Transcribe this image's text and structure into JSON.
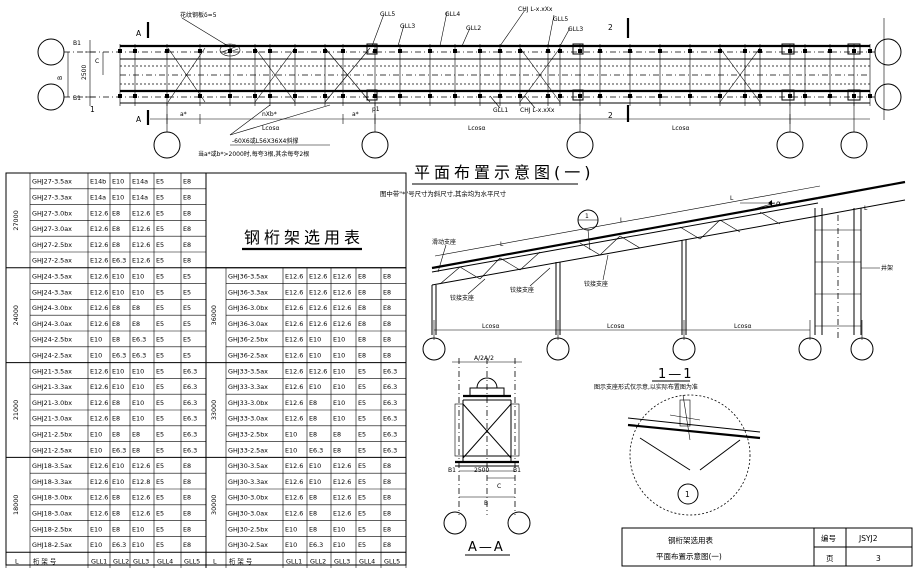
{
  "plan": {
    "labels": {
      "plate": "花纹钢板δ=5",
      "gll5": "GLL5",
      "gll4": "GLL4",
      "gll3": "GLL3",
      "gll2": "GLL2",
      "gll1": "GLL1",
      "chj_top": "CHJ L-x.xXx",
      "chj_bottom": "CHJ L-x.xXx",
      "gll5b": "GLL5",
      "gll3b": "GLL3",
      "sec_a": "A",
      "sec_2": "2",
      "dim_b": "B",
      "dim_c": "C",
      "dim_2500": "2500",
      "b1": "B1",
      "one": "1",
      "a_star": "a*",
      "nxb": "nXb*",
      "p1": "p1",
      "lcos1": "Lcosα",
      "lcos2": "Lcosα",
      "lcos3": "Lcosα",
      "angle_note1": "-60X6或L56X36X4斜撑",
      "angle_note2": "当a*或b*>2000时,每夸3根,其余每夸2根"
    },
    "title": "平面布置示意图(一)",
    "subtitle": "图中带\"*\"号尺寸为斜尺寸,其余均为水平尺寸"
  },
  "elevation": {
    "l1": "L",
    "l2": "L",
    "l3": "L",
    "l4": "L",
    "alpha": "α",
    "one": "1",
    "sliding": "滑动支座",
    "fixed1": "铰接支座",
    "fixed2": "铰接支座",
    "fixed3": "铰接支座",
    "well": "井架",
    "lcos1": "Lcosα",
    "lcos2": "Lcosα",
    "lcos3": "Lcosα"
  },
  "table_title": "钢桁架选用表",
  "table": {
    "left_groups": [
      {
        "span": "27000",
        "rows": [
          [
            "GHJ27-3.5ax",
            "E14b",
            "E10",
            "E14a",
            "E5",
            "E8"
          ],
          [
            "GHJ27-3.3ax",
            "E14a",
            "E10",
            "E14a",
            "E5",
            "E8"
          ],
          [
            "GHJ27-3.0bx",
            "E12.6",
            "E8",
            "E12.6",
            "E5",
            "E8"
          ],
          [
            "GHJ27-3.0ax",
            "E12.6",
            "E8",
            "E12.6",
            "E5",
            "E8"
          ],
          [
            "GHJ27-2.5bx",
            "E12.6",
            "E8",
            "E12.6",
            "E5",
            "E8"
          ],
          [
            "GHJ27-2.5ax",
            "E12.6",
            "E6.3",
            "E12.6",
            "E5",
            "E8"
          ]
        ]
      },
      {
        "span": "24000",
        "rows": [
          [
            "GHJ24-3.5ax",
            "E12.6",
            "E10",
            "E10",
            "E5",
            "E5"
          ],
          [
            "GHJ24-3.3ax",
            "E12.6",
            "E10",
            "E10",
            "E5",
            "E5"
          ],
          [
            "GHJ24-3.0bx",
            "E12.6",
            "E8",
            "E8",
            "E5",
            "E5"
          ],
          [
            "GHJ24-3.0ax",
            "E12.6",
            "E8",
            "E8",
            "E5",
            "E5"
          ],
          [
            "GHJ24-2.5bx",
            "E10",
            "E8",
            "E6.3",
            "E5",
            "E5"
          ],
          [
            "GHJ24-2.5ax",
            "E10",
            "E6.3",
            "E6.3",
            "E5",
            "E5"
          ]
        ]
      },
      {
        "span": "21000",
        "rows": [
          [
            "GHJ21-3.5ax",
            "E12.6",
            "E10",
            "E10",
            "E5",
            "E6.3"
          ],
          [
            "GHJ21-3.3ax",
            "E12.6",
            "E10",
            "E10",
            "E5",
            "E6.3"
          ],
          [
            "GHJ21-3.0bx",
            "E12.6",
            "E8",
            "E10",
            "E5",
            "E6.3"
          ],
          [
            "GHJ21-3.0ax",
            "E12.6",
            "E8",
            "E10",
            "E5",
            "E6.3"
          ],
          [
            "GHJ21-2.5bx",
            "E10",
            "E8",
            "E8",
            "E5",
            "E6.3"
          ],
          [
            "GHJ21-2.5ax",
            "E10",
            "E6.3",
            "E8",
            "E5",
            "E6.3"
          ]
        ]
      },
      {
        "span": "18000",
        "rows": [
          [
            "GHJ18-3.5ax",
            "E12.6",
            "E10",
            "E12.6",
            "E5",
            "E8"
          ],
          [
            "GHJ18-3.3ax",
            "E12.6",
            "E10",
            "E12.8",
            "E5",
            "E8"
          ],
          [
            "GHJ18-3.0bx",
            "E12.6",
            "E8",
            "E12.6",
            "E5",
            "E8"
          ],
          [
            "GHJ18-3.0ax",
            "E12.6",
            "E8",
            "E12.6",
            "E5",
            "E8"
          ],
          [
            "GHJ18-2.5bx",
            "E10",
            "E8",
            "E10",
            "E5",
            "E8"
          ],
          [
            "GHJ18-2.5ax",
            "E10",
            "E6.3",
            "E10",
            "E5",
            "E8"
          ]
        ]
      }
    ],
    "right_groups": [
      {
        "span": "36000",
        "rows": [
          [
            "GHJ36-3.5ax",
            "E12.6",
            "E12.6",
            "E12.6",
            "E8",
            "E8"
          ],
          [
            "GHJ36-3.3ax",
            "E12.6",
            "E12.6",
            "E12.6",
            "E8",
            "E8"
          ],
          [
            "GHJ36-3.0bx",
            "E12.6",
            "E12.6",
            "E12.6",
            "E8",
            "E8"
          ],
          [
            "GHJ36-3.0ax",
            "E12.6",
            "E12.6",
            "E12.6",
            "E8",
            "E8"
          ],
          [
            "GHJ36-2.5bx",
            "E12.6",
            "E10",
            "E10",
            "E8",
            "E8"
          ],
          [
            "GHJ36-2.5ax",
            "E12.6",
            "E10",
            "E10",
            "E8",
            "E8"
          ]
        ]
      },
      {
        "span": "33000",
        "rows": [
          [
            "GHJ33-3.5ax",
            "E12.6",
            "E12.6",
            "E10",
            "E5",
            "E6.3"
          ],
          [
            "GHJ33-3.3ax",
            "E12.6",
            "E10",
            "E10",
            "E5",
            "E6.3"
          ],
          [
            "GHJ33-3.0bx",
            "E12.6",
            "E8",
            "E10",
            "E5",
            "E6.3"
          ],
          [
            "GHJ33-3.0ax",
            "E12.6",
            "E8",
            "E10",
            "E5",
            "E6.3"
          ],
          [
            "GHJ33-2.5bx",
            "E10",
            "E8",
            "E8",
            "E5",
            "E6.3"
          ],
          [
            "GHJ33-2.5ax",
            "E10",
            "E6.3",
            "E8",
            "E5",
            "E6.3"
          ]
        ]
      },
      {
        "span": "30000",
        "rows": [
          [
            "GHJ30-3.5ax",
            "E12.6",
            "E10",
            "E12.6",
            "E5",
            "E8"
          ],
          [
            "GHJ30-3.3ax",
            "E12.6",
            "E10",
            "E12.6",
            "E5",
            "E8"
          ],
          [
            "GHJ30-3.0bx",
            "E12.6",
            "E8",
            "E12.6",
            "E5",
            "E8"
          ],
          [
            "GHJ30-3.0ax",
            "E12.6",
            "E8",
            "E12.6",
            "E5",
            "E8"
          ],
          [
            "GHJ30-2.5bx",
            "E10",
            "E8",
            "E10",
            "E5",
            "E8"
          ],
          [
            "GHJ30-2.5ax",
            "E10",
            "E6.3",
            "E10",
            "E5",
            "E8"
          ]
        ]
      }
    ],
    "footer_left": [
      "L",
      "桁 架 号",
      "GLL1",
      "GLL2",
      "GLL3",
      "GLL4",
      "GLL5"
    ],
    "footer_right": [
      "L",
      "桁 架 号",
      "GLL1",
      "GLL2",
      "GLL3",
      "GLL4",
      "GLL5"
    ]
  },
  "section_aa": {
    "top": "A/2A/2",
    "b1l": "B1",
    "b1r": "B1",
    "w2500": "2500",
    "c": "C",
    "b": "B",
    "label": "A—A"
  },
  "section_11": {
    "label": "1—1",
    "note": "图示支座形式仅示意,以实际布置图为准",
    "circle": "1"
  },
  "titleblock": {
    "line1": "钢桁架选用表",
    "line2": "平面布置示意图(一)",
    "code_label": "编号",
    "code": "JSYJ2",
    "page_label": "页",
    "page": "3"
  }
}
